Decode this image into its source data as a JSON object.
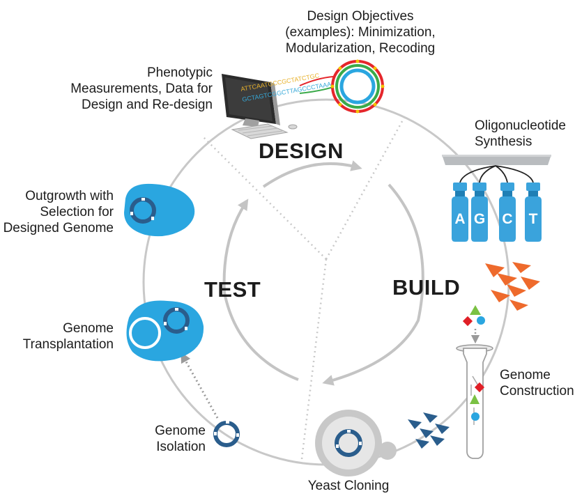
{
  "phases": {
    "design": "DESIGN",
    "build": "BUILD",
    "test": "TEST"
  },
  "labels": {
    "design_objectives": [
      "Design Objectives",
      "(examples): Minimization,",
      "Modularization, Recoding"
    ],
    "phenotypic": [
      "Phenotypic",
      "Measurements, Data for",
      "Design and Re-design"
    ],
    "oligo": [
      "Oligonucleotide",
      "Synthesis"
    ],
    "outgrowth": [
      "Outgrowth with",
      "Selection for",
      "Designed Genome"
    ],
    "transplantation": [
      "Genome",
      "Transplantation"
    ],
    "isolation": [
      "Genome",
      "Isolation"
    ],
    "construction": [
      "Genome",
      "Construction"
    ],
    "yeast": [
      "Yeast Cloning"
    ]
  },
  "nucleotides": [
    "A",
    "G",
    "C",
    "T"
  ],
  "dna_sequence": [
    "ATTCAATGCCGCTATCTGC",
    "GCTAGTCGGCTTAGCCCTAAA"
  ],
  "colors": {
    "ring_gray": "#c8c8c8",
    "arrow_gray": "#c4c4c4",
    "cell_blue": "#2aa6e0",
    "dark_blue": "#2a5d8c",
    "plasmid_red": "#e5262b",
    "plasmid_green": "#3aaa4a",
    "fragment_orange": "#ee6a2c",
    "vial_blue": "#3aa3dc",
    "chip_gray": "#b9bcbf"
  },
  "icons": {
    "computer": "computer-monitor-icon",
    "vials": "nucleotide-vial-icon",
    "plasmid": "circular-genome-icon",
    "tube": "test-tube-icon",
    "yeast": "yeast-colony-icon"
  }
}
